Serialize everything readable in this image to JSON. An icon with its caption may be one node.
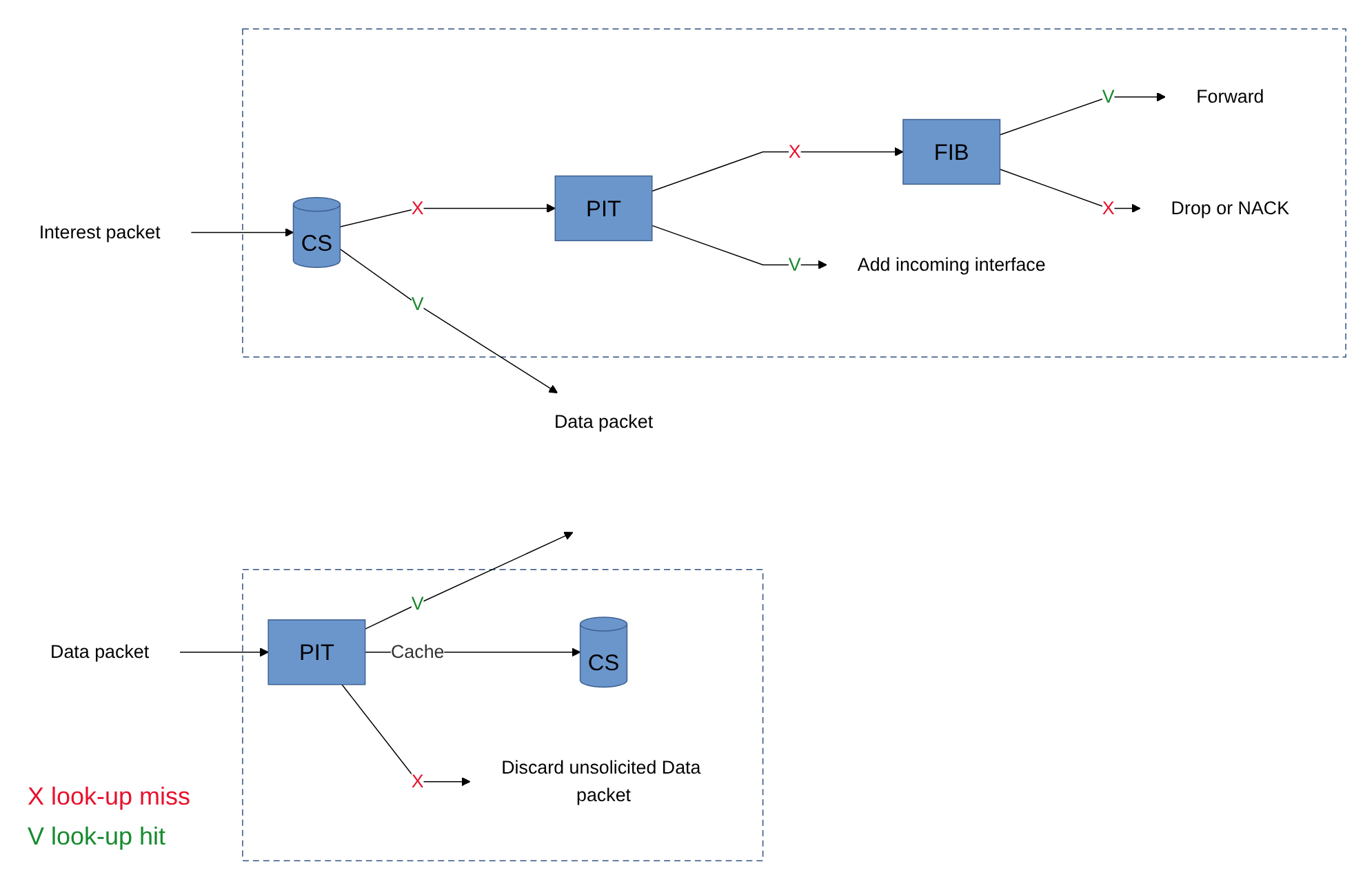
{
  "diagram": {
    "nodes": [
      {
        "text": [],
        "shape": "box"
      },
      {
        "text": [
          "Interest packet"
        ]
      },
      {
        "text": [
          "CS"
        ],
        "in": 0
      },
      {
        "text": [
          "PIT"
        ],
        "in": 0
      },
      {
        "text": [
          "FIB"
        ],
        "in": 0
      },
      {
        "text": [
          "Forward"
        ],
        "in": 0
      },
      {
        "text": [
          "Data packet"
        ]
      },
      {
        "text": [
          "Add incoming interface"
        ],
        "in": 0
      },
      {
        "text": [
          "Drop or NACK"
        ],
        "in": 0
      },
      {
        "text": [],
        "shape": "box"
      },
      {
        "text": [
          "PIT"
        ],
        "in": 9
      },
      {
        "text": [
          "CS"
        ],
        "in": 9
      },
      {
        "text": [
          "Data packet"
        ]
      },
      {
        "text": [
          "Discard unsolicited Data packet"
        ],
        "in": 9
      }
    ],
    "edges": [
      {
        "from": 1,
        "to": 2,
        "arrow": "to"
      },
      {
        "from": 2,
        "to": 3,
        "arrow": "to",
        "label": "X"
      },
      {
        "from": 3,
        "to": 4,
        "arrow": "to",
        "label": "X"
      },
      {
        "from": 4,
        "to": 5,
        "arrow": "to",
        "label": "V"
      },
      {
        "from": 2,
        "to": 6,
        "arrow": "to",
        "label": "V"
      },
      {
        "from": 3,
        "to": 7,
        "arrow": "to",
        "label": "V"
      },
      {
        "from": 4,
        "to": 8,
        "arrow": "to",
        "label": "X"
      },
      {
        "from": 12,
        "to": 10,
        "arrow": "to"
      },
      {
        "from": 10,
        "to": null,
        "arrow": "to",
        "label": "V"
      },
      {
        "from": 10,
        "to": 11,
        "arrow": "to",
        "label": "Cache"
      },
      {
        "from": 10,
        "to": 13,
        "arrow": "to",
        "label": "X"
      }
    ],
    "labels": [
      "X look-up miss",
      "V look-up hit"
    ]
  }
}
